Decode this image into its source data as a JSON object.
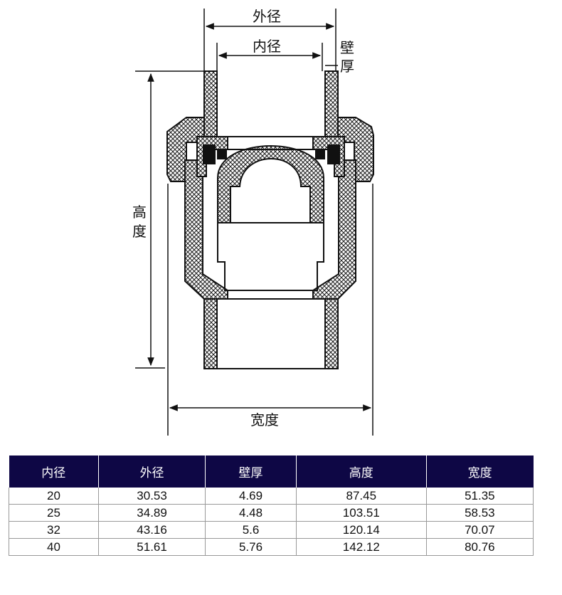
{
  "diagram": {
    "labels": {
      "outer_diameter": "外径",
      "inner_diameter": "内径",
      "wall_thickness_1": "壁",
      "wall_thickness_2": "厚",
      "height_1": "高",
      "height_2": "度",
      "width": "宽度"
    }
  },
  "table": {
    "headers": [
      "内径",
      "外径",
      "壁厚",
      "高度",
      "宽度"
    ],
    "rows": [
      [
        "20",
        "30.53",
        "4.69",
        "87.45",
        "51.35"
      ],
      [
        "25",
        "34.89",
        "4.48",
        "103.51",
        "58.53"
      ],
      [
        "32",
        "43.16",
        "5.6",
        "120.14",
        "70.07"
      ],
      [
        "40",
        "51.61",
        "5.76",
        "142.12",
        "80.76"
      ]
    ]
  },
  "colors": {
    "header_bg": "#0e0745",
    "line": "#111111"
  }
}
